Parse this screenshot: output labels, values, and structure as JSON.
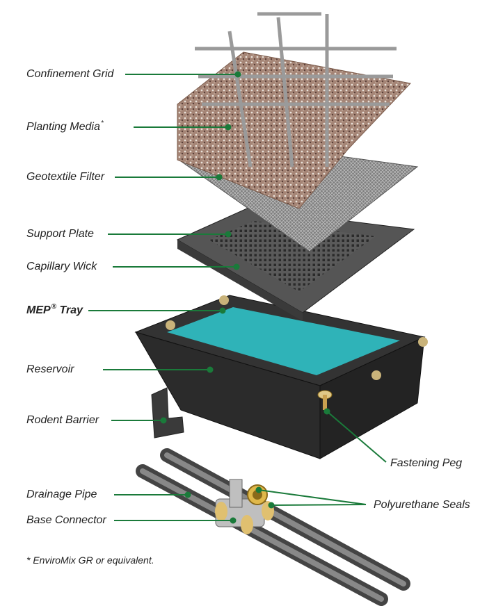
{
  "labels": {
    "confinement_grid": "Confinement Grid",
    "planting_media": "Planting Media",
    "planting_media_mark": "*",
    "geotextile_filter": "Geotextile Filter",
    "support_plate": "Support Plate",
    "capillary_wick": "Capillary Wick",
    "mep_tray_name": "MEP",
    "mep_tray_mark": "®",
    "mep_tray_suffix": " Tray",
    "reservoir": "Reservoir",
    "rodent_barrier": "Rodent Barrier",
    "fastening_peg": "Fastening Peg",
    "drainage_pipe": "Drainage Pipe",
    "polyurethane_seals": "Polyurethane Seals",
    "base_connector": "Base Connector"
  },
  "footnote": "* EnviroMix GR or equivalent.",
  "colors": {
    "leader": "#1a7a3a",
    "tray": "#2b2b2b",
    "reservoir": "#2fb3b8",
    "media": "#9c7a6a",
    "grid": "#9a9a9a",
    "pipe": "#555555",
    "seal": "#e0b84a"
  }
}
